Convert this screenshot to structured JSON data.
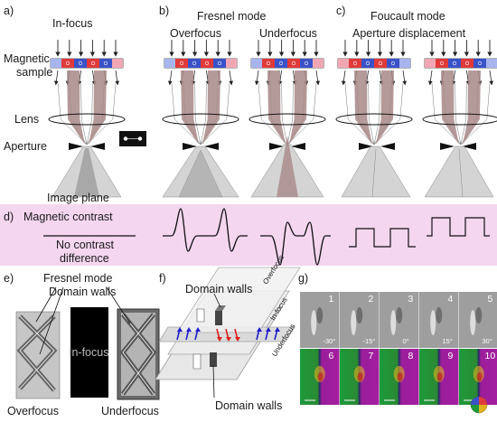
{
  "panels": {
    "a": {
      "label": "a)",
      "title": "In-focus"
    },
    "b": {
      "label": "b)",
      "title": "Fresnel mode",
      "sub_left": "Overfocus",
      "sub_right": "Underfocus"
    },
    "c": {
      "label": "c)",
      "title": "Foucault mode",
      "subtitle": "Aperture displacement"
    },
    "d": {
      "label": "d)",
      "title": "Magnetic contrast",
      "note_line1": "No contrast",
      "note_line2": "difference"
    },
    "e": {
      "label": "e)",
      "title_line1": "Fresnel mode",
      "title_line2": "Domain walls",
      "center": "In-focus",
      "left": "Overfocus",
      "right": "Underfocus"
    },
    "f": {
      "label": "f)",
      "top_label": "Domain walls",
      "bottom_label": "Domain walls",
      "planes": [
        "Overfocus",
        "In-focus",
        "Underfocus"
      ]
    },
    "g": {
      "label": "g)",
      "top_row": [
        {
          "n": "1",
          "angle": "-30°"
        },
        {
          "n": "2",
          "angle": "-15°"
        },
        {
          "n": "3",
          "angle": "0°"
        },
        {
          "n": "4",
          "angle": "15°"
        },
        {
          "n": "5",
          "angle": "30°"
        }
      ],
      "bottom_row": [
        "6",
        "7",
        "8",
        "9",
        "10"
      ]
    }
  },
  "labels": {
    "sample": [
      "Magnetic",
      "sample"
    ],
    "lens": "Lens",
    "aperture": "Aperture",
    "image_plane": "Image plane"
  },
  "colors": {
    "beam": "#a88888",
    "cone": "#d4d4d4",
    "band": "#f4d6ef",
    "sample_red": "#e03a3a",
    "sample_blue": "#3a52c8",
    "arrow_blue": "#2020cc",
    "arrow_red": "#dd2020"
  }
}
